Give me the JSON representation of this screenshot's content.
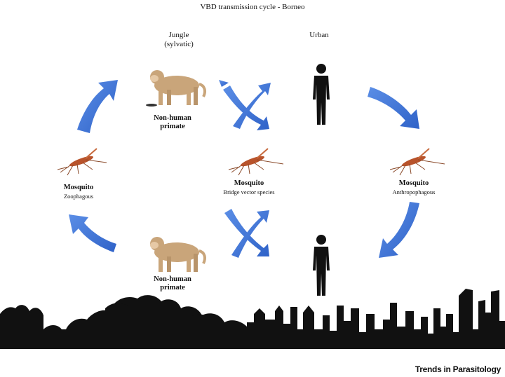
{
  "title": "VBD  transmission cycle - Borneo",
  "regions": {
    "jungle": "Jungle\n(sylvatic)",
    "urban": "Urban"
  },
  "nodes": {
    "nhp_top": "Non-human\nprimate",
    "nhp_bottom": "Non-human\nprimate",
    "mosq_left": {
      "name": "Mosquito",
      "desc": "Zoophagous"
    },
    "mosq_center": {
      "name": "Mosquito",
      "desc": "Bridge vector species"
    },
    "mosq_right": {
      "name": "Mosquito",
      "desc": "Anthropophagous"
    }
  },
  "credit": "Trends in Parasitology",
  "colors": {
    "arrow": "#3c70d6",
    "silhouette": "#111111",
    "monkey": "#c9a57a"
  }
}
